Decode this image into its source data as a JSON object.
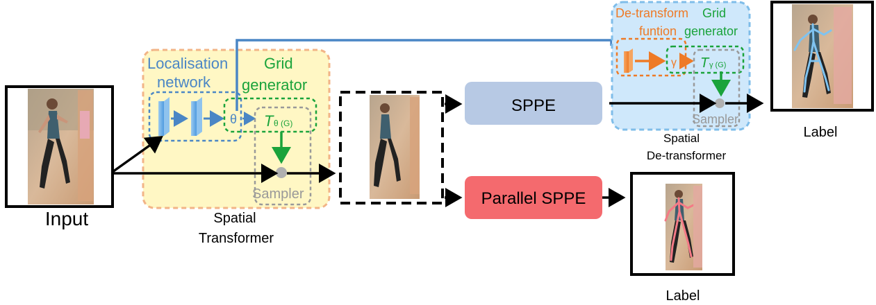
{
  "labels": {
    "input": "Input",
    "localisation_line1": "Localisation",
    "localisation_line2": "network",
    "grid_line1": "Grid",
    "grid_line2": "generator",
    "theta": "θ",
    "t_theta_main": "T",
    "t_theta_sub": "θ (G)",
    "sampler": "Sampler",
    "spatial_transformer_line1": "Spatial",
    "spatial_transformer_line2": "Transformer",
    "sppe": "SPPE",
    "parallel_sppe": "Parallel SPPE",
    "detransform_title": "De-transform",
    "detransform_function": "funtion",
    "grid_generator_line1": "Grid",
    "grid_generator_line2": "generator",
    "gamma": "γ",
    "t_gamma_main": "T",
    "t_gamma_sub": "γ (G)",
    "sampler2": "Sampler",
    "spatial_detransformer_line1": "Spatial",
    "spatial_detransformer_line2": "De-transformer",
    "label_top": "Label",
    "label_bottom": "Label"
  },
  "colors": {
    "st_fill": "#fff7c4",
    "st_border": "#f2b487",
    "dt_fill": "#cfe8fb",
    "dt_border": "#7fbde9",
    "blue_arrow": "#4a86c5",
    "green": "#1aa33b",
    "orange": "#ee7a26",
    "gray": "#999999",
    "sppe_fill": "#b7c9e4",
    "parallel_fill": "#f46a6e",
    "image_bg": "#c9a98a",
    "dancer_dark": "#2b2b2b"
  }
}
